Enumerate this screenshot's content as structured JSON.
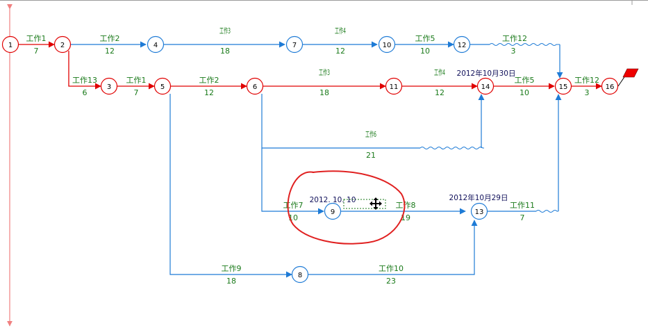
{
  "colors": {
    "critical": "#e00000",
    "normal": "#1e7bd6",
    "label": "#1a7a1a",
    "date": "#10105a",
    "annotation": "#e02020",
    "axis": "#f08080"
  },
  "nodes": [
    {
      "id": "n1",
      "label": "1",
      "critical": true
    },
    {
      "id": "n2",
      "label": "2",
      "critical": true
    },
    {
      "id": "n3",
      "label": "3",
      "critical": true
    },
    {
      "id": "n4",
      "label": "4",
      "critical": false
    },
    {
      "id": "n5",
      "label": "5",
      "critical": true
    },
    {
      "id": "n6",
      "label": "6",
      "critical": true
    },
    {
      "id": "n7",
      "label": "7",
      "critical": false
    },
    {
      "id": "n8",
      "label": "8",
      "critical": false
    },
    {
      "id": "n9",
      "label": "9",
      "critical": false
    },
    {
      "id": "n10",
      "label": "10",
      "critical": false
    },
    {
      "id": "n11",
      "label": "11",
      "critical": true
    },
    {
      "id": "n12",
      "label": "12",
      "critical": false
    },
    {
      "id": "n13",
      "label": "13",
      "critical": false
    },
    {
      "id": "n14",
      "label": "14",
      "critical": true
    },
    {
      "id": "n15",
      "label": "15",
      "critical": true
    },
    {
      "id": "n16",
      "label": "16",
      "critical": true
    }
  ],
  "activities": [
    {
      "id": "a1",
      "name": "工作1",
      "duration": "7"
    },
    {
      "id": "a2",
      "name": "工作2",
      "duration": "12"
    },
    {
      "id": "a3",
      "name": "工作3",
      "duration": "18"
    },
    {
      "id": "a4",
      "name": "工作4",
      "duration": "12"
    },
    {
      "id": "a5",
      "name": "工作5",
      "duration": "10"
    },
    {
      "id": "a6",
      "name": "工作12",
      "duration": "3"
    },
    {
      "id": "a7",
      "name": "工作13",
      "duration": "6"
    },
    {
      "id": "a8",
      "name": "工作1",
      "duration": "7"
    },
    {
      "id": "a9",
      "name": "工作2",
      "duration": "12"
    },
    {
      "id": "a10",
      "name": "工作3",
      "duration": "18"
    },
    {
      "id": "a11",
      "name": "工作4",
      "duration": "12"
    },
    {
      "id": "a12",
      "name": "工作5",
      "duration": "10"
    },
    {
      "id": "a13",
      "name": "工作12",
      "duration": "3"
    },
    {
      "id": "a14",
      "name": "工作6",
      "duration": "21"
    },
    {
      "id": "a15",
      "name": "工作7",
      "duration": "10"
    },
    {
      "id": "a16",
      "name": "工作8",
      "duration": "19"
    },
    {
      "id": "a17",
      "name": "工作11",
      "duration": "7"
    },
    {
      "id": "a18",
      "name": "工作9",
      "duration": "18"
    },
    {
      "id": "a19",
      "name": "工作10",
      "duration": "23"
    }
  ],
  "dates": {
    "node14": "2012年10月30日",
    "node13": "2012年10月29日",
    "drag_tooltip": "2012. 10. 10"
  },
  "icons": {
    "finish_flag": "flag-icon",
    "drag_cursor": "move-cursor-icon"
  }
}
